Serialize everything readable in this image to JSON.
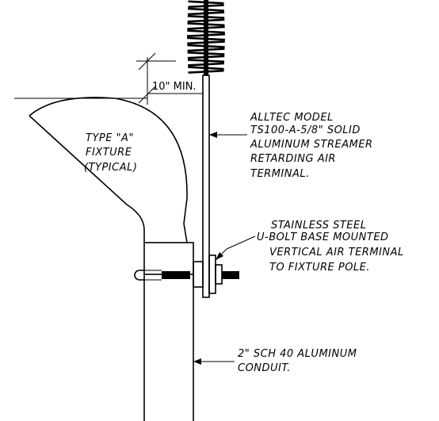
{
  "dimension": {
    "text": "10\" MIN."
  },
  "labels": {
    "fixture": [
      "TYPE \"A\"",
      "FIXTURE",
      "(TYPICAL)"
    ],
    "terminal": [
      "ALLTEC MODEL",
      "TS100-A-5/8\" SOLID",
      "ALUMINUM STREAMER",
      "RETARDING AIR",
      "TERMINAL."
    ],
    "ubolt": [
      "STAINLESS STEEL",
      "U-BOLT BASE MOUNTED",
      "VERTICAL AIR TERMINAL",
      "TO FIXTURE POLE."
    ],
    "conduit": [
      "2\" SCH 40 ALUMINUM",
      "CONDUIT."
    ]
  },
  "colors": {
    "line": "#000000",
    "background": "#ffffff"
  }
}
